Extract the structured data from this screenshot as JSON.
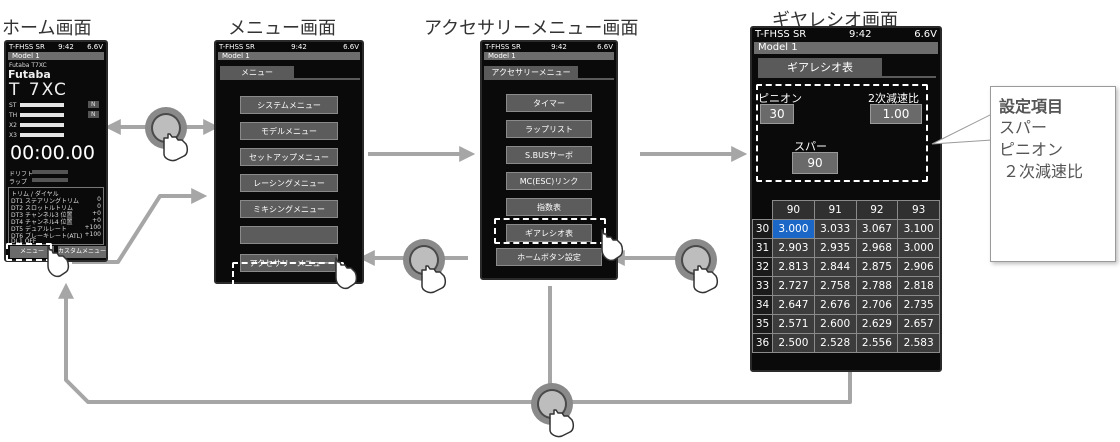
{
  "labels": {
    "home": "ホーム画面",
    "menu": "メニュー画面",
    "accessory": "アクセサリーメニュー画面",
    "gear": "ギヤレシオ画面"
  },
  "home": {
    "system": "T-FHSS SR",
    "time": "9:42",
    "battery": "6.6V",
    "model": "Model 1",
    "maker_small": "Futaba T7XC",
    "brand": "Futaba",
    "product": "T 7XC",
    "channels": [
      "ST",
      "TH",
      "X2",
      "X3"
    ],
    "ch_badges": [
      "N",
      "N"
    ],
    "timer": "00:00.00",
    "sub_rows": [
      {
        "label": "ドリフト"
      },
      {
        "label": "ラップ"
      }
    ],
    "trim_header": "トリム / ダイヤル",
    "trim_rows": [
      {
        "name": "DT1 ステアリングトリム",
        "val": "0"
      },
      {
        "name": "DT2 スロットルトリム",
        "val": "0"
      },
      {
        "name": "DT3 チャンネル3 位置",
        "val": "+0"
      },
      {
        "name": "DT4 チャンネル4 位置",
        "val": "+0"
      },
      {
        "name": "DT5 デュアルレート",
        "val": "+100"
      },
      {
        "name": "DT6 ブレーキレート(ATL)",
        "val": "+100"
      },
      {
        "name": "DL1 OFF",
        "val": ""
      }
    ],
    "bottom_btn_left": "メニュー",
    "bottom_btn_right": "カスタムメニュー"
  },
  "menu": {
    "system": "T-FHSS SR",
    "time": "9:42",
    "battery": "6.6V",
    "model": "Model 1",
    "title": "メニュー",
    "items": [
      "システムメニュー",
      "モデルメニュー",
      "セットアップメニュー",
      "レーシングメニュー",
      "ミキシングメニュー",
      "",
      "アクセサリーメニュー"
    ]
  },
  "accessory": {
    "system": "T-FHSS SR",
    "time": "9:42",
    "battery": "6.6V",
    "model": "Model 1",
    "title": "アクセサリーメニュー",
    "items": [
      "タイマー",
      "ラップリスト",
      "S.BUSサーボ",
      "MC(ESC)リンク",
      "指数表",
      "ギアレシオ表",
      "ホームボタン設定"
    ]
  },
  "gear": {
    "system": "T-FHSS SR",
    "time": "9:42",
    "battery": "6.6V",
    "model": "Model 1",
    "title": "ギアレシオ表",
    "pinion_label": "ピニオン",
    "pinion_value": "30",
    "second_label": "2次減速比",
    "second_value": "1.00",
    "spur_label": "スパー",
    "spur_value": "90",
    "table": {
      "columns": [
        "90",
        "91",
        "92",
        "93"
      ],
      "rows": [
        {
          "pinion": "30",
          "values": [
            "3.000",
            "3.033",
            "3.067",
            "3.100"
          ]
        },
        {
          "pinion": "31",
          "values": [
            "2.903",
            "2.935",
            "2.968",
            "3.000"
          ]
        },
        {
          "pinion": "32",
          "values": [
            "2.813",
            "2.844",
            "2.875",
            "2.906"
          ]
        },
        {
          "pinion": "33",
          "values": [
            "2.727",
            "2.758",
            "2.788",
            "2.818"
          ]
        },
        {
          "pinion": "34",
          "values": [
            "2.647",
            "2.676",
            "2.706",
            "2.735"
          ]
        },
        {
          "pinion": "35",
          "values": [
            "2.571",
            "2.600",
            "2.629",
            "2.657"
          ]
        },
        {
          "pinion": "36",
          "values": [
            "2.500",
            "2.528",
            "2.556",
            "2.583"
          ]
        }
      ]
    }
  },
  "callout": {
    "title": "設定項目",
    "items": [
      "スパー",
      "ピニオン",
      "２次減速比"
    ]
  },
  "colors": {
    "screen_bg": "#0a0a0a",
    "button_gray": "#5c5c5c",
    "arrow_gray": "#a6a6a6",
    "selected_cell": "#1a67c7"
  }
}
